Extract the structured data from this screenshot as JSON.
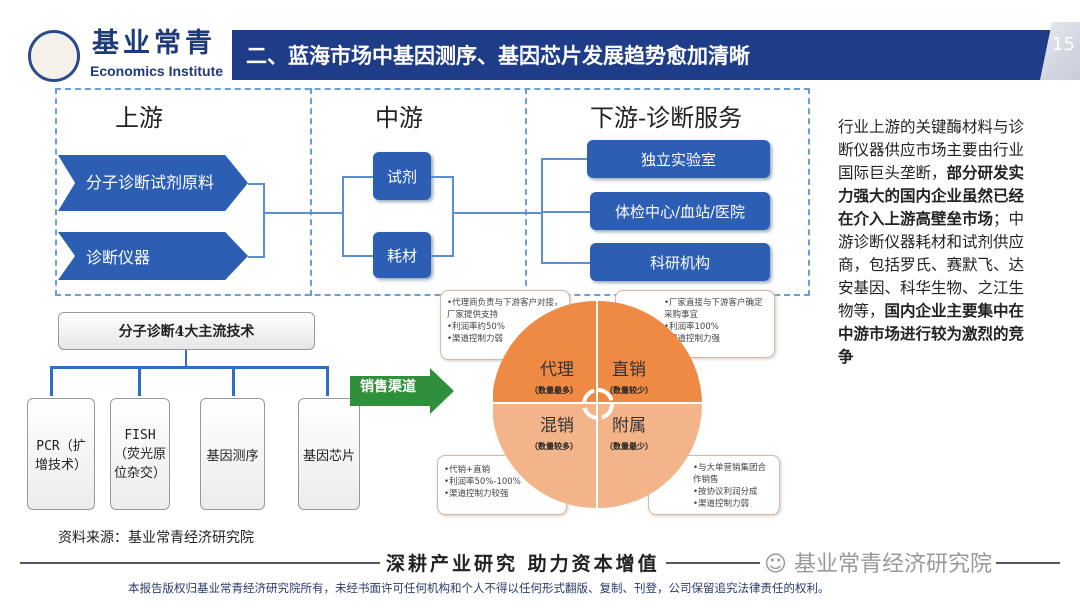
{
  "header": {
    "logo_cn": "基业常青",
    "logo_en": "Economics Institute",
    "title": "二、蓝海市场中基因测序、基因芯片发展趋势愈加清晰",
    "page_number": "15"
  },
  "chain": {
    "upstream": {
      "label": "上游",
      "items": [
        "分子诊断试剂原料",
        "诊断仪器"
      ]
    },
    "midstream": {
      "label": "中游",
      "items": [
        "试剂",
        "耗材"
      ]
    },
    "downstream": {
      "label": "下游-诊断服务",
      "items": [
        "独立实验室",
        "体检中心/血站/医院",
        "科研机构"
      ]
    }
  },
  "side_text": {
    "p1": "行业上游的关键酶材料与诊断仪器供应市场主要由行业国际巨头垄断，",
    "p2": "部分研发实力强大的国内企业虽然已经在介入上游高壁垒市场",
    "p3": "；中游诊断仪器耗材和试剂供应商，包括罗氏、赛默飞、达安基因、科华生物、之江生物等，",
    "p4": "国内企业主要集中在中游市场进行较为激烈的竞争"
  },
  "tech": {
    "title": "分子诊断4大主流技术",
    "items": [
      "PCR（扩增技术）",
      "FISH（荧光原位杂交）",
      "基因测序",
      "基因芯片"
    ]
  },
  "sales": {
    "label": "销售渠道",
    "quadrants": [
      {
        "name": "代理",
        "note": "（数量最多）",
        "bullets": [
          "代理商负责与下游客户对接，厂家提供支持",
          "利润率约50%",
          "渠道控制力弱"
        ]
      },
      {
        "name": "直销",
        "note": "（数量较少）",
        "bullets": [
          "厂家直接与下游客户确定采购事宜",
          "利润率100%",
          "渠道控制力强"
        ]
      },
      {
        "name": "混销",
        "note": "（数量较多）",
        "bullets": [
          "代销+直销",
          "利润率50%-100%",
          "渠道控制力较强"
        ]
      },
      {
        "name": "附属",
        "note": "（数量最少）",
        "bullets": [
          "与大单营销集团合作销售",
          "按协议利润分成",
          "渠道控制力弱"
        ]
      }
    ]
  },
  "source": "资料来源：基业常青经济研究院",
  "footer": {
    "slogan": "深耕产业研究 助力资本增值",
    "watermark": "基业常青经济研究院",
    "copyright": "本报告版权归基业常青经济研究院所有，未经书面许可任何机构和个人不得以任何形式翻版、复制、刊登，公司保留追究法律责任的权利。"
  },
  "colors": {
    "brand": "#1f3c88",
    "box": "#2c5fb4",
    "orange": "#ef8a44",
    "light_orange": "#f4b48a",
    "green": "#2f8f3a"
  }
}
